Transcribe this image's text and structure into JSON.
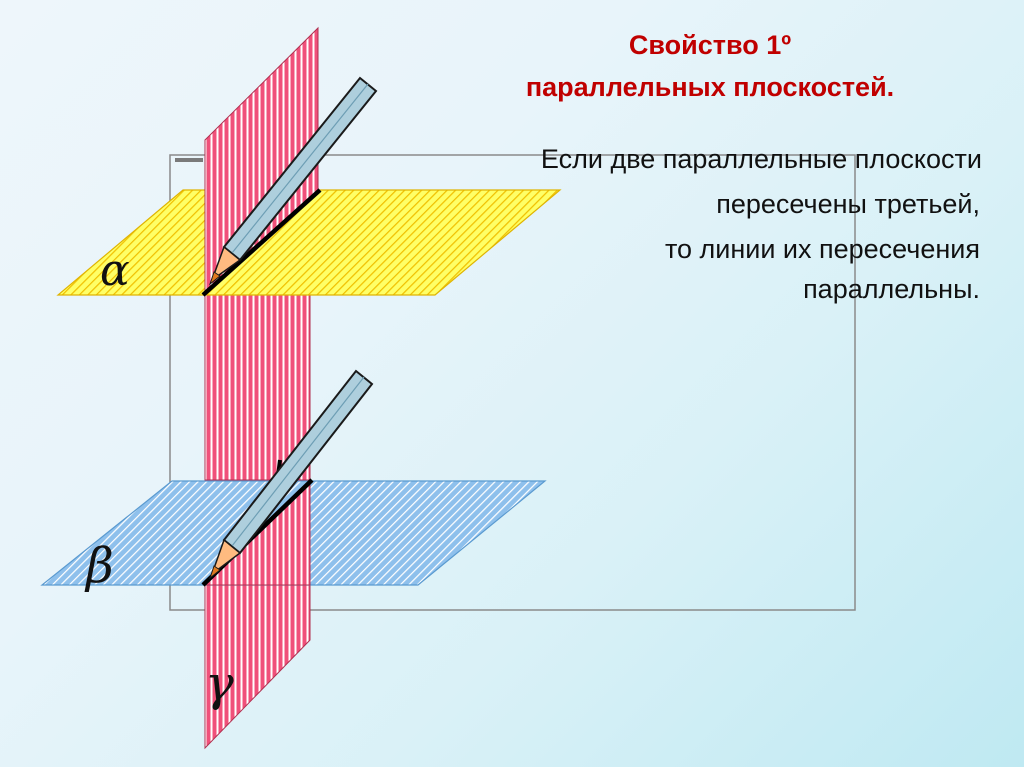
{
  "title": {
    "line1": "Свойство 1º",
    "line2": "параллельных плоскостей."
  },
  "statement": {
    "line1": "Если две параллельные плоскости",
    "line2": "пересечены третьей,",
    "line3": "то линии их пересечения",
    "line4": "параллельны."
  },
  "labels": {
    "alpha": "α",
    "beta": "β",
    "gamma": "γ"
  },
  "colors": {
    "plane_alpha": "#ffff55",
    "plane_alpha_hatch": "#f2c200",
    "plane_beta": "#9cc8ee",
    "plane_beta_hatch": "#ffffff",
    "plane_gamma": "#f36a8e",
    "plane_gamma_hatch": "#ffffff",
    "title_color": "#c00000",
    "pencil_body": "#aecfdd",
    "pencil_wood": "#ffbb80",
    "pencil_tip": "#e07a1f"
  }
}
